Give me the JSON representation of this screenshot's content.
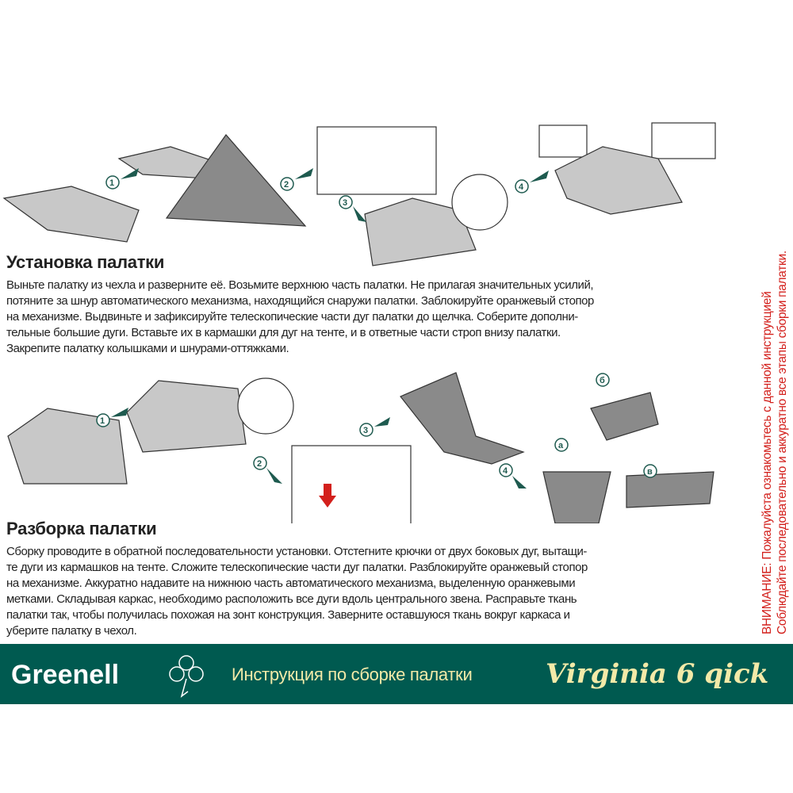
{
  "setup": {
    "title": "Установка палатки",
    "lines": [
      "Выньте палатку из чехла и разверните её. Возьмите верхнюю часть палатки. Не прилагая значительных усилий,",
      "потяните за шнур автоматического механизма, находящийся снаружи палатки. Заблокируйте оранжевый стопор",
      "на механизме. Выдвиньте и зафиксируйте телескопические части дуг палатки до щелчка. Соберите дополни-",
      "тельные большие дуги. Вставьте их в кармашки для дуг на тенте, и в ответные части строп внизу палатки.",
      "Закрепите палатку колышками и шнурами-оттяжками."
    ],
    "steps": [
      "1",
      "2",
      "3",
      "4"
    ]
  },
  "teardown": {
    "title": "Разборка палатки",
    "lines": [
      "Сборку проводите в обратной последовательности установки. Отстегните крючки от двух боковых дуг, вытащи-",
      "те дуги из кармашков на тенте. Сложите телескопические части дуг палатки. Разблокируйте оранжевый стопор",
      "на механизме.  Аккуратно надавите на нижнюю часть автоматического механизма, выделенную оранжевыми",
      "метками. Складывая каркас, необходимо расположить все дуги вдоль центрального звена. Расправьте ткань",
      "палатки так, чтобы получилась похожая на зонт конструкция. Заверните оставшуюся ткань вокруг каркаса и",
      "уберите палатку в чехол."
    ],
    "steps": [
      "1",
      "2",
      "3",
      "4"
    ],
    "substeps": [
      "а",
      "б",
      "в"
    ]
  },
  "warning": {
    "line1": "ВНИМАНИЕ: Пожалуйста ознакомьтесь с данной инструкцией",
    "line2": "Соблюдайте последовательно и аккуратно все этапы сборки палатки."
  },
  "footer": {
    "brand": "Greenell",
    "title": "Инструкция по сборке палатки",
    "model": "Virginia 6 qick"
  },
  "colors": {
    "footer_bg": "#005a50",
    "footer_text": "#f3eaa8",
    "warning": "#d3201c",
    "accent": "#1e5a4f"
  }
}
